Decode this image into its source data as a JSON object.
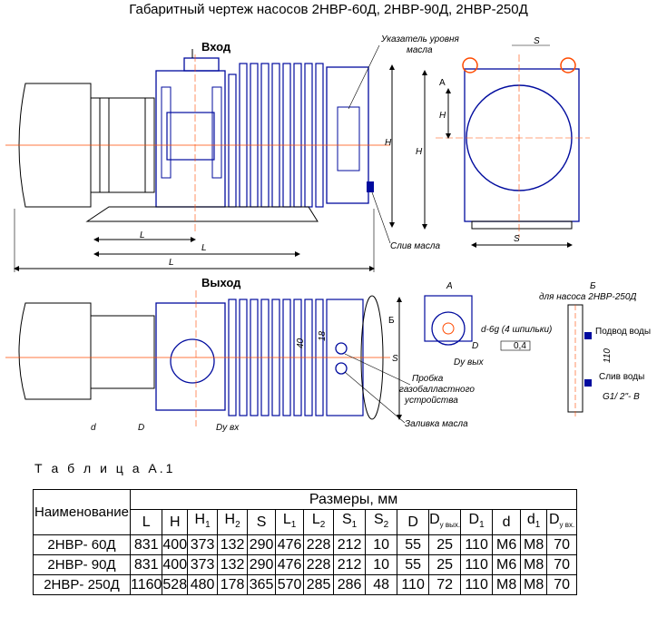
{
  "title": "Габаритный чертеж насосов 2НВР-60Д, 2НВР-90Д, 2НВР-250Д",
  "drawing": {
    "inlet_label": "Вход",
    "outlet_label": "Выход",
    "oil_level_indicator": [
      "Указатель уровня",
      "масла"
    ],
    "oil_drain": "Слив масла",
    "oil_fill": "Заливка масла",
    "gas_ballast_plug": [
      "Пробка",
      "газобалластного",
      "устройства"
    ],
    "studs": "d-6g (4 шпильки)",
    "dy_out": "Dу вых",
    "dy_in": "Dу вх",
    "tolerance": "0,4",
    "view_a": "А",
    "view_b": "Б",
    "view_b_note": "для насоса 2НВР-250Д",
    "water_inlet": "Подвод воды",
    "water_outlet": "Слив воды",
    "thread": "G1/ 2\"- B",
    "dim_110": "110",
    "dim_40": "40",
    "dim_18": "18",
    "dims": {
      "L": "L",
      "L1": "L",
      "L2": "L",
      "H": "H",
      "H1": "H",
      "H2": "H",
      "S": "S",
      "S1": "S",
      "S2": "S",
      "D": "D",
      "D1": "D",
      "d1": "d"
    }
  },
  "table": {
    "caption": "Т а б л и ц а А.1",
    "name_header": "Наименование",
    "sizes_header": "Размеры, мм",
    "columns": [
      {
        "base": "L",
        "sub": ""
      },
      {
        "base": "H",
        "sub": ""
      },
      {
        "base": "H",
        "sub": "1"
      },
      {
        "base": "H",
        "sub": "2"
      },
      {
        "base": "S",
        "sub": ""
      },
      {
        "base": "L",
        "sub": "1"
      },
      {
        "base": "L",
        "sub": "2"
      },
      {
        "base": "S",
        "sub": "1"
      },
      {
        "base": "S",
        "sub": "2"
      },
      {
        "base": "D",
        "sub": ""
      },
      {
        "base": "D",
        "sub": "у вых."
      },
      {
        "base": "D",
        "sub": "1"
      },
      {
        "base": "d",
        "sub": ""
      },
      {
        "base": "d",
        "sub": "1"
      },
      {
        "base": "D",
        "sub": "у вх."
      }
    ],
    "rows": [
      {
        "name": "2НВР- 60Д",
        "values": [
          "831",
          "400",
          "373",
          "132",
          "290",
          "476",
          "228",
          "212",
          "10",
          "55",
          "25",
          "110",
          "М6",
          "М8",
          "70"
        ]
      },
      {
        "name": "2НВР- 90Д",
        "values": [
          "831",
          "400",
          "373",
          "132",
          "290",
          "476",
          "228",
          "212",
          "10",
          "55",
          "25",
          "110",
          "М6",
          "М8",
          "70"
        ]
      },
      {
        "name": "2НВР- 250Д",
        "values": [
          "1160",
          "528",
          "480",
          "178",
          "365",
          "570",
          "285",
          "286",
          "48",
          "110",
          "72",
          "110",
          "М8",
          "М8",
          "70"
        ]
      }
    ]
  }
}
